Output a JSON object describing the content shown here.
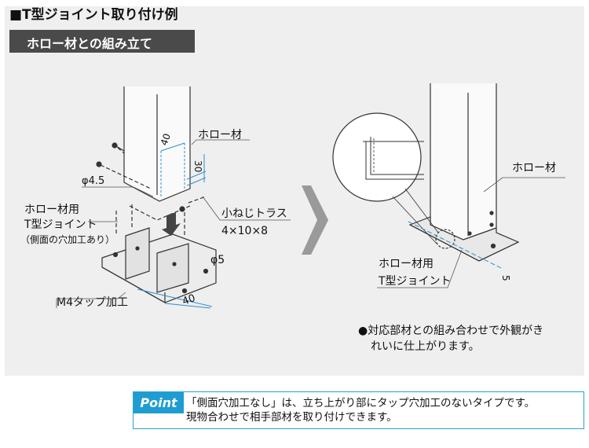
{
  "header": {
    "title": "■T型ジョイント取り付け例"
  },
  "section": {
    "banner": "ホロー材との組み立て"
  },
  "left_diagram": {
    "dim_40_top": "40",
    "dim_30": "30",
    "hole_dia": "φ4.5",
    "label_hollow": "ホロー材",
    "label_joint_1": "ホロー材用",
    "label_joint_2": "T型ジョイント",
    "label_joint_3": "（側面の穴加工あり）",
    "label_screw_1": "小ねじトラス",
    "label_screw_2": "4×10×8",
    "label_d5": "φ5",
    "label_m4": "M4タップ加工",
    "dim_40_bottom": "40"
  },
  "right_diagram": {
    "label_hollow": "ホロー材",
    "label_joint_1": "ホロー材用",
    "label_joint_2": "T型ジョイント",
    "axis_label": "5"
  },
  "note": {
    "line1": "●対応部材との組み合わせで外観がき",
    "line2": "れいに仕上がります。"
  },
  "point": {
    "badge": "Point",
    "line1": "「側面穴加工なし」は、立ち上がり部にタップ穴加工のないタイプです。",
    "line2": "現物合わせで相手部材を取り付けできます。"
  },
  "colors": {
    "panel": "#efefef",
    "banner": "#4a4a4a",
    "point_blue": "#1f9dd0",
    "dim_blue": "#2d8fd0"
  }
}
